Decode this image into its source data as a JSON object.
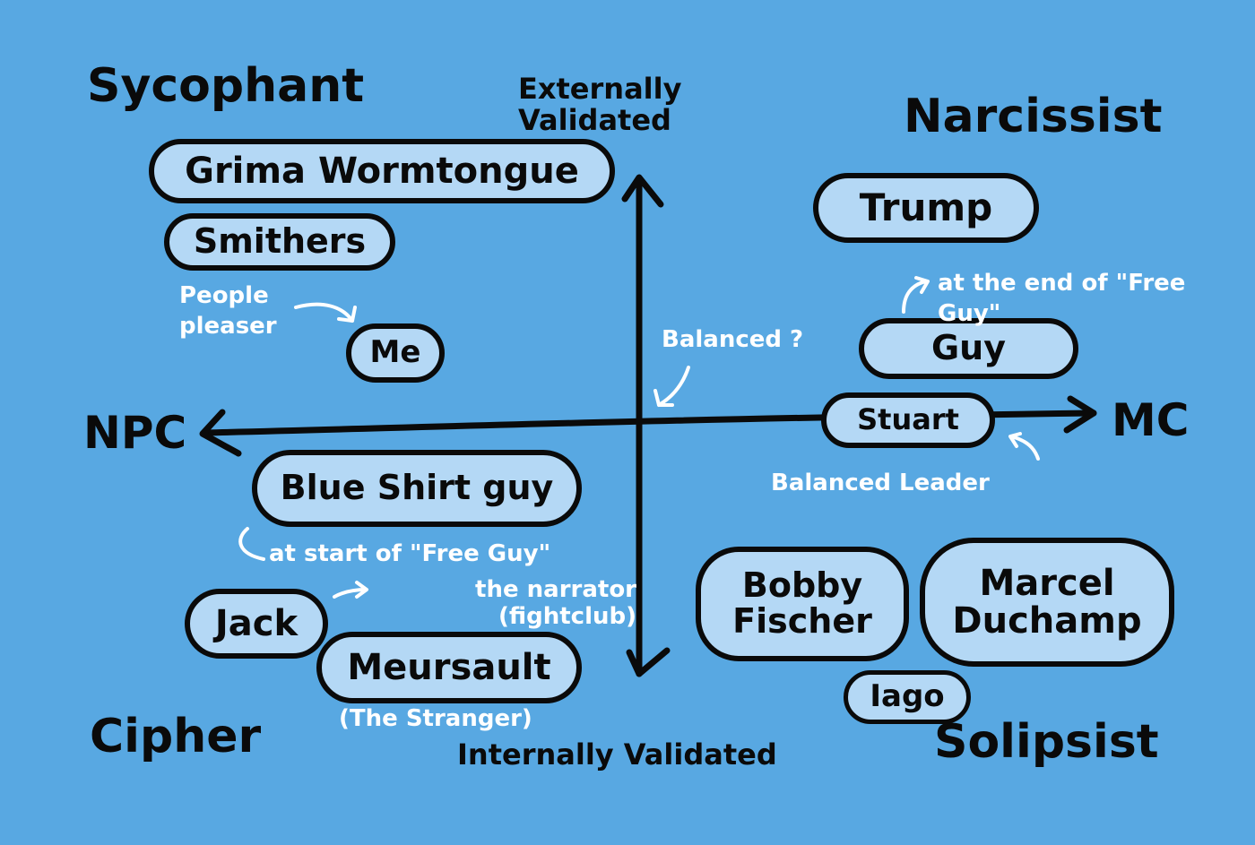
{
  "quadrants": {
    "top_left": "Sycophant",
    "top_right": "Narcissist",
    "bottom_left": "Cipher",
    "bottom_right": "Solipsist"
  },
  "axes": {
    "y_top": "Externally Validated",
    "y_bottom": "Internally Validated",
    "x_left": "NPC",
    "x_right": "MC"
  },
  "characters": {
    "grima": "Grima Wormtongue",
    "smithers": "Smithers",
    "me": "Me",
    "trump": "Trump",
    "guy": "Guy",
    "stuart": "Stuart",
    "blue_shirt_guy": "Blue Shirt guy",
    "jack": "Jack",
    "meursault": "Meursault",
    "bobby_fischer": "Bobby Fischer",
    "marcel_duchamp": "Marcel Duchamp",
    "iago": "Iago"
  },
  "notes": {
    "people_pleaser": "People pleaser",
    "balanced_q": "Balanced ?",
    "guy_end": "at the end of \"Free Guy\"",
    "balanced_leader": "Balanced Leader",
    "blue_start": "at start of \"Free Guy\"",
    "narrator": "the narrator (fightclub)",
    "stranger": "(The Stranger)"
  },
  "colors": {
    "background": "#58a8e2",
    "pill_fill": "#b4d8f5",
    "ink": "#0a0a0a",
    "annotation": "#ffffff"
  }
}
